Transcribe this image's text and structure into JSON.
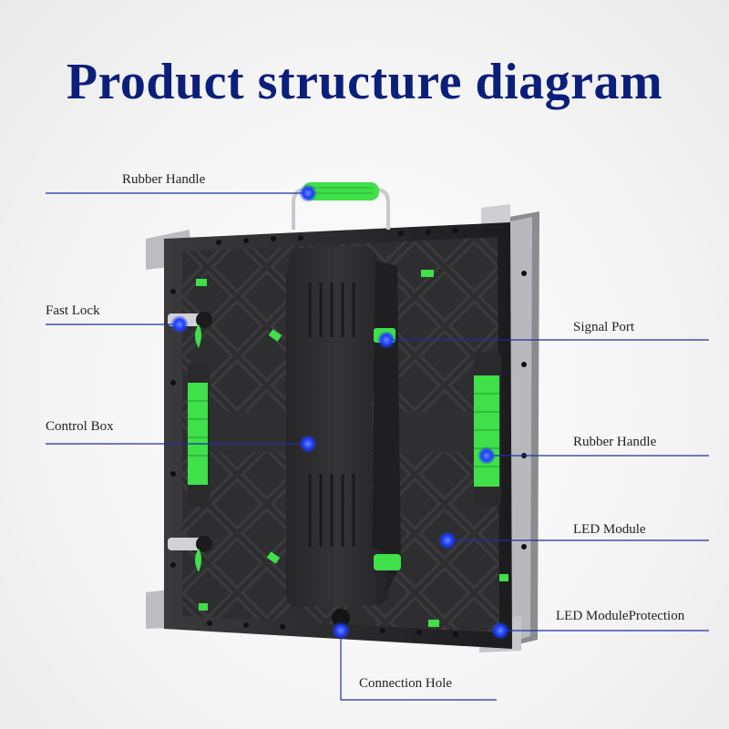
{
  "title": "Product structure diagram",
  "labels": {
    "rubber_handle_top": "Rubber Handle",
    "fast_lock": "Fast Lock",
    "signal_port": "Signal Port",
    "control_box": "Control Box",
    "rubber_handle_right": "Rubber Handle",
    "led_module": "LED Module",
    "led_module_protection": "LED ModuleProtection",
    "connection_hole": "Connection Hole"
  },
  "colors": {
    "title": "#0b1f7a",
    "leader_line": "#1e2fa0",
    "accent_green": "#3fe04a",
    "marker_blue": "#1a3cff",
    "panel_dark": "#2c2c2e"
  }
}
